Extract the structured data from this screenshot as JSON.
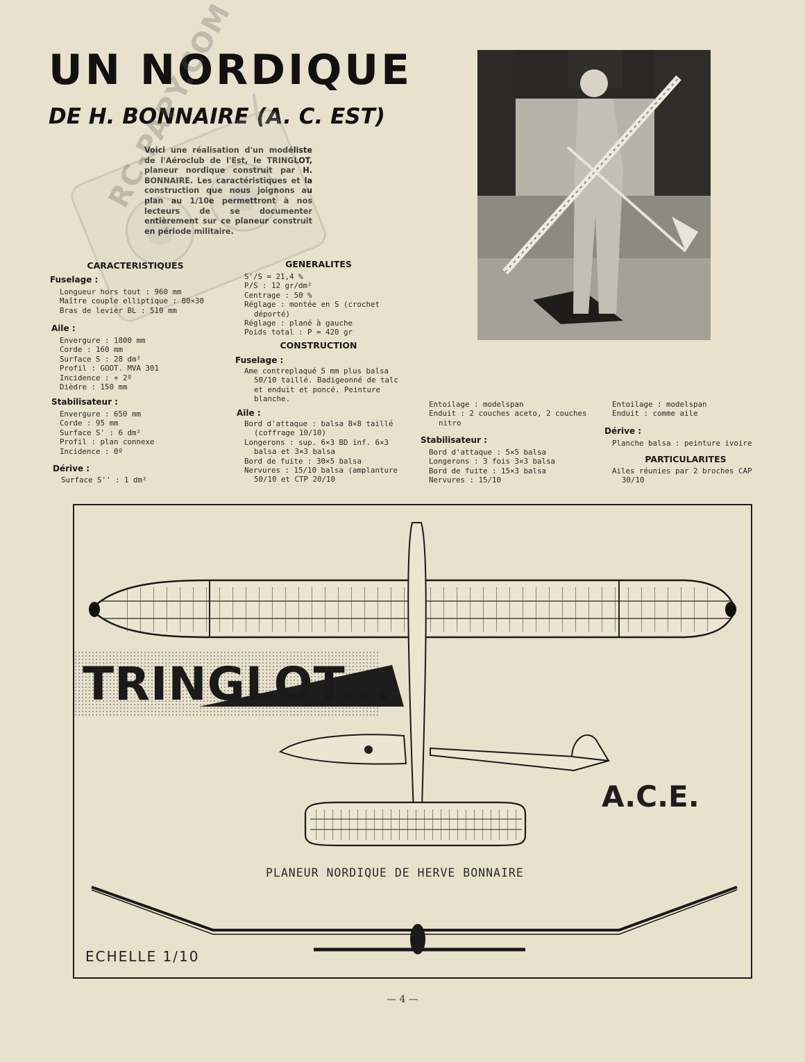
{
  "title": "UN NORDIQUE",
  "subtitle": "DE H. BONNAIRE (A. C. EST)",
  "intro": "Voici une réalisation d'un modéliste de l'Aéroclub de l'Est, le TRINGLOT, planeur nordique construit par H. BONNAIRE. Les caractéristiques et la construction que nous joignons au plan au 1/10e permettront à nos lecteurs de se documenter entièrement sur ce planeur construit en période militaire.",
  "watermark": "RC-PAPY.COM",
  "caracteristiques": {
    "heading": "CARACTERISTIQUES",
    "fuselage": {
      "label": "Fuselage :",
      "lines": [
        "Longueur hors tout : 960 mm",
        "Maître couple elliptique : 80×30",
        "Bras de levier BL : 510 mm"
      ]
    },
    "aile": {
      "label": "Aile :",
      "lines": [
        "Envergure : 1800 mm",
        "Corde : 160 mm",
        "Surface S : 28 dm²",
        "Profil : GOOT. MVA 301",
        "Incidence : + 2º",
        "Dièdre : 150 mm"
      ]
    },
    "stabilisateur": {
      "label": "Stabilisateur :",
      "lines": [
        "Envergure : 650 mm",
        "Corde : 95 mm",
        "Surface S' : 6 dm²",
        "Profil : plan connexe",
        "Incidence : 0º"
      ]
    },
    "derive": {
      "label": "Dérive :",
      "lines": [
        "Surface S'' : 1 dm²"
      ]
    }
  },
  "generalites": {
    "heading": "GENERALITES",
    "lines": [
      "S'/S = 21,4 %",
      "P/S : 12 gr/dm²",
      "Centrage : 50 %",
      "Réglage : montée en S (crochet",
      "déporté)",
      "Réglage : plané à gauche",
      "Poids total : P = 420 gr"
    ]
  },
  "construction": {
    "heading": "CONSTRUCTION",
    "fuselage": {
      "label": "Fuselage :",
      "lines": [
        "Ame contreplaqué 5 mm plus balsa",
        "50/10 taillé. Badigeonné de talc",
        "et enduit et poncé. Peinture",
        "blanche."
      ]
    },
    "aile": {
      "label": "Aile :",
      "lines": [
        "Bord d'attaque : balsa 8×8 taillé",
        "(coffrage 10/10)",
        "Longerons : sup. 6×3 BD inf. 6×3",
        "balsa et 3×3 balsa",
        "Bord de fuite : 30×5 balsa",
        "Nervures : 15/10 balsa (amplanture",
        "50/10 et CTP 20/10"
      ]
    }
  },
  "col3": {
    "lines": [
      "Entoilage : modelspan",
      "Enduit : 2 couches aceto, 2 couches",
      "nitro"
    ],
    "stabilisateur": {
      "label": "Stabilisateur :",
      "lines": [
        "Bord d'attaque : 5×5 balsa",
        "Longerons : 3 fois 3×3 balsa",
        "Bord de fuite : 15×3 balsa",
        "Nervures : 15/10"
      ]
    }
  },
  "col4": {
    "lines": [
      "Entoilage : modelspan",
      "Enduit : comme aile"
    ],
    "derive": {
      "label": "Dérive :",
      "lines": [
        "Planche balsa : peinture ivoire"
      ]
    },
    "particularites": {
      "heading": "PARTICULARITES",
      "lines": [
        "Ailes réunies par 2 broches CAP",
        "30/10"
      ]
    }
  },
  "plan": {
    "name": "TRINGLOT...",
    "club": "A.C.E.",
    "caption": "PLANEUR NORDIQUE DE HERVE BONNAIRE",
    "scale": "ECHELLE 1/10"
  },
  "page_number": "— 4 —"
}
